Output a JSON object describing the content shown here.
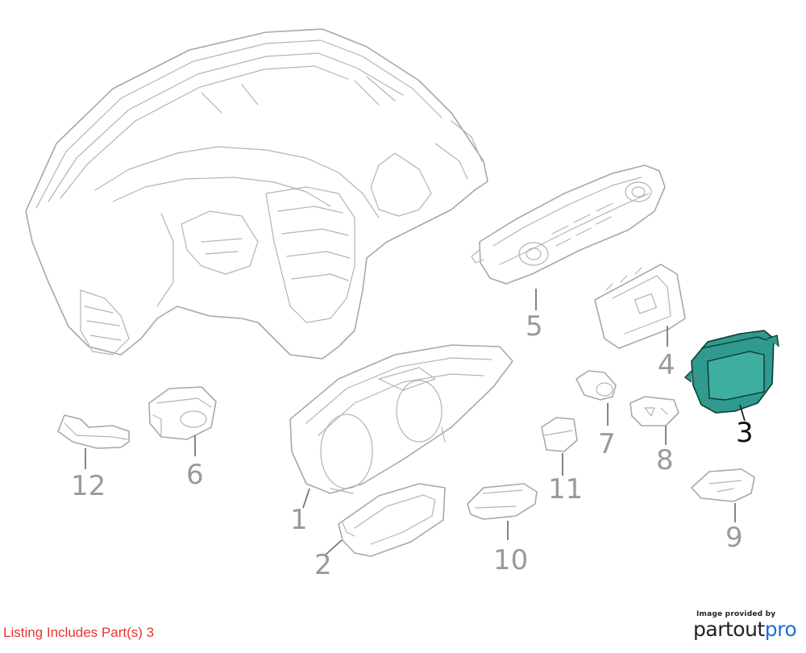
{
  "diagram": {
    "callouts": [
      {
        "id": "1",
        "label": "1",
        "highlighted": false
      },
      {
        "id": "2",
        "label": "2",
        "highlighted": false
      },
      {
        "id": "3",
        "label": "3",
        "highlighted": true
      },
      {
        "id": "4",
        "label": "4",
        "highlighted": false
      },
      {
        "id": "5",
        "label": "5",
        "highlighted": false
      },
      {
        "id": "6",
        "label": "6",
        "highlighted": false
      },
      {
        "id": "7",
        "label": "7",
        "highlighted": false
      },
      {
        "id": "8",
        "label": "8",
        "highlighted": false
      },
      {
        "id": "9",
        "label": "9",
        "highlighted": false
      },
      {
        "id": "10",
        "label": "10",
        "highlighted": false
      },
      {
        "id": "11",
        "label": "11",
        "highlighted": false
      },
      {
        "id": "12",
        "label": "12",
        "highlighted": false
      }
    ],
    "highlight_color": "#2f9a8d",
    "line_color": "#a8a8a8"
  },
  "caption": {
    "listing": "Listing Includes Part(s) 3",
    "color": "#e8342c"
  },
  "credit": {
    "provided_by": "Image provided by",
    "brand_part1": "partout",
    "brand_part2": "pro",
    "brand_color": "#1d6fd9"
  }
}
